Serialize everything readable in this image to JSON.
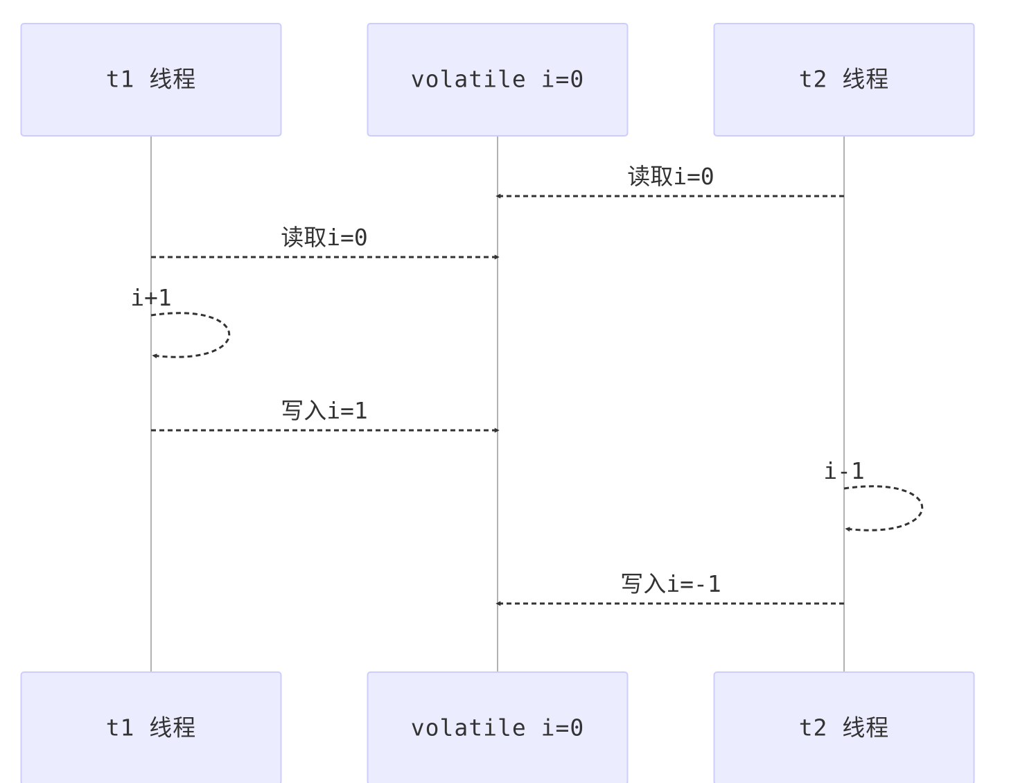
{
  "diagram": {
    "type": "sequence",
    "participants": [
      {
        "id": "t1",
        "label": "t1 线程"
      },
      {
        "id": "vol",
        "label": "volatile i=0"
      },
      {
        "id": "t2",
        "label": "t2 线程"
      }
    ],
    "messages": [
      {
        "from": "t2",
        "to": "vol",
        "label": "读取i=0"
      },
      {
        "from": "t1",
        "to": "vol",
        "label": "读取i=0"
      },
      {
        "from": "t1",
        "to": "t1",
        "label": "i+1"
      },
      {
        "from": "t1",
        "to": "vol",
        "label": "写入i=1"
      },
      {
        "from": "t2",
        "to": "t2",
        "label": "i-1"
      },
      {
        "from": "t2",
        "to": "vol",
        "label": "写入i=-1"
      }
    ],
    "colors": {
      "actor_fill": "#ECECFF",
      "actor_stroke": "#CCCCFF",
      "line": "#333333",
      "lifeline": "#999999",
      "text": "#333333"
    }
  }
}
